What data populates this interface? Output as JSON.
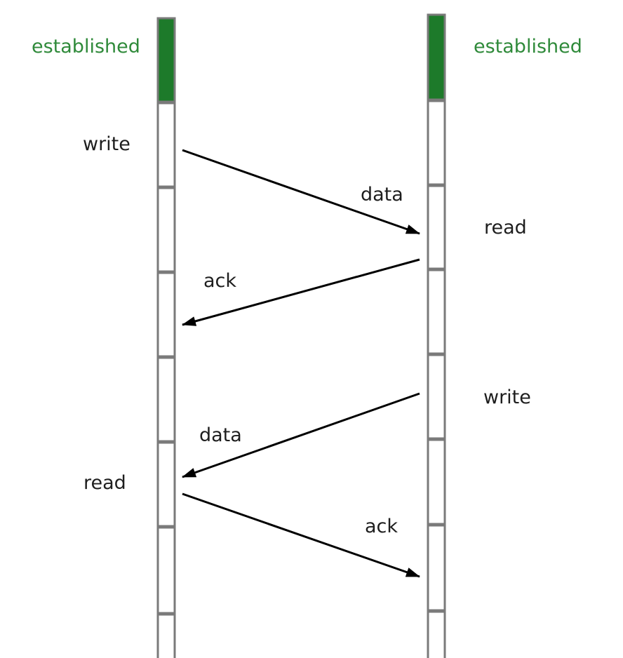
{
  "colors": {
    "established": "#1d7a2a",
    "established_text": "#2f8a3a",
    "timeline_border": "#7a7a7a",
    "arrow": "#000000",
    "text": "#1e1e1e"
  },
  "left": {
    "state": "established",
    "events": [
      "write",
      "read"
    ]
  },
  "right": {
    "state": "established",
    "events": [
      "read",
      "write"
    ]
  },
  "messages": [
    {
      "label": "data",
      "direction": "left-to-right"
    },
    {
      "label": "ack",
      "direction": "right-to-left"
    },
    {
      "label": "data",
      "direction": "right-to-left"
    },
    {
      "label": "ack",
      "direction": "left-to-right"
    }
  ]
}
